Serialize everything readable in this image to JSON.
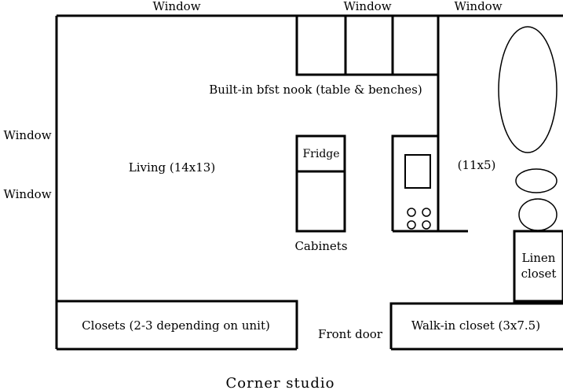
{
  "labels": {
    "window_top_left": "Window",
    "window_top_mid": "Window",
    "window_top_right": "Window",
    "window_left_upper": "Window",
    "window_left_lower": "Window",
    "nook": "Built-in bfst nook (table & benches)",
    "living": "Living (14x13)",
    "fridge": "Fridge",
    "cabinets": "Cabinets",
    "bath": "(11x5)",
    "linen_line1": "Linen",
    "linen_line2": "closet",
    "closets": "Closets (2-3 depending on unit)",
    "front_door": "Front door",
    "walkin": "Walk-in closet (3x7.5)",
    "caption": "Corner studio"
  }
}
